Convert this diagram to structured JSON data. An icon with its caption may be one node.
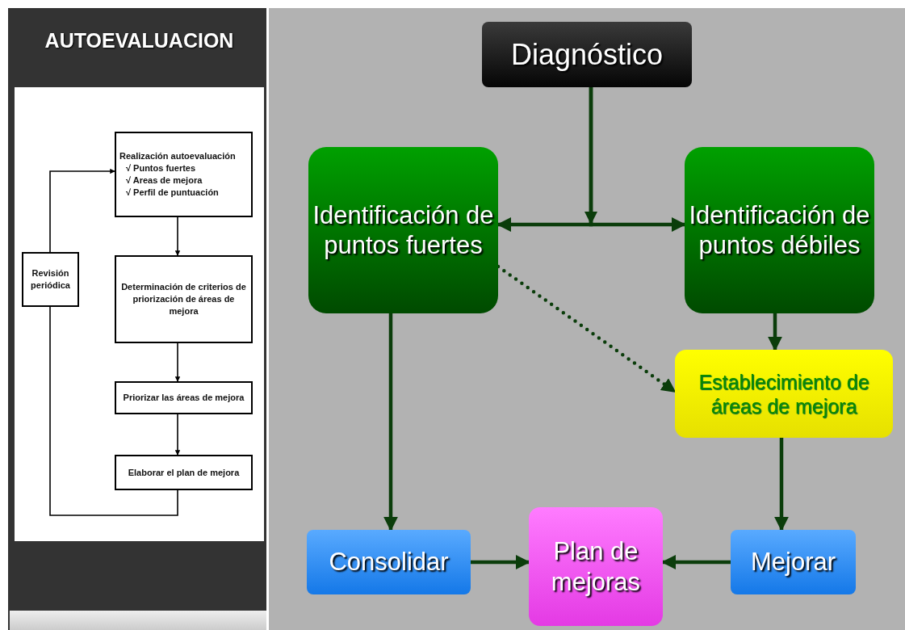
{
  "diagram": {
    "nodes": [
      {
        "text": [
          "Realización autoevaluación",
          "√ Puntos fuertes",
          "√ Areas de mejora",
          "√ Perfil de puntuación"
        ]
      },
      {
        "text": [
          "Determinación de criterios de priorización de áreas de mejora"
        ]
      },
      {
        "text": [
          "Priorizar las áreas de mejora"
        ]
      },
      {
        "text": [
          "Elaborar el plan de mejora"
        ]
      },
      {
        "text": [
          "Revisión periódica"
        ]
      },
      {
        "text": [
          "Diagnóstico"
        ]
      },
      {
        "text": [
          "Identificación de puntos fuertes"
        ]
      },
      {
        "text": [
          "Identificación de puntos débiles"
        ]
      },
      {
        "text": [
          "Establecimiento de áreas de mejora"
        ]
      },
      {
        "text": [
          "Consolidar"
        ]
      },
      {
        "text": [
          "Plan de mejoras"
        ]
      },
      {
        "text": [
          "Mejorar"
        ]
      }
    ],
    "edges": [
      {
        "from": 0,
        "to": 1,
        "arrow": "to",
        "color": "#000000"
      },
      {
        "from": 1,
        "to": 2,
        "arrow": "to",
        "color": "#000000"
      },
      {
        "from": 2,
        "to": 3,
        "arrow": "to",
        "color": "#000000"
      },
      {
        "from": 3,
        "to": 4,
        "arrow": "none",
        "color": "#000000"
      },
      {
        "from": 4,
        "to": 0,
        "arrow": "to",
        "color": "#000000"
      },
      {
        "from": 5,
        "to": 6,
        "arrow": "to"
      },
      {
        "from": 5,
        "to": 7,
        "arrow": "to"
      },
      {
        "from": 6,
        "to": 8,
        "arrow": "to",
        "style": "dashed"
      },
      {
        "from": 7,
        "to": 8,
        "arrow": "to"
      },
      {
        "from": 6,
        "to": 9,
        "arrow": "to"
      },
      {
        "from": 8,
        "to": 11,
        "arrow": "to"
      },
      {
        "from": 9,
        "to": 10,
        "arrow": "to"
      },
      {
        "from": 11,
        "to": 10,
        "arrow": "to"
      }
    ],
    "labels": [
      "AUTOEVALUACION"
    ]
  }
}
